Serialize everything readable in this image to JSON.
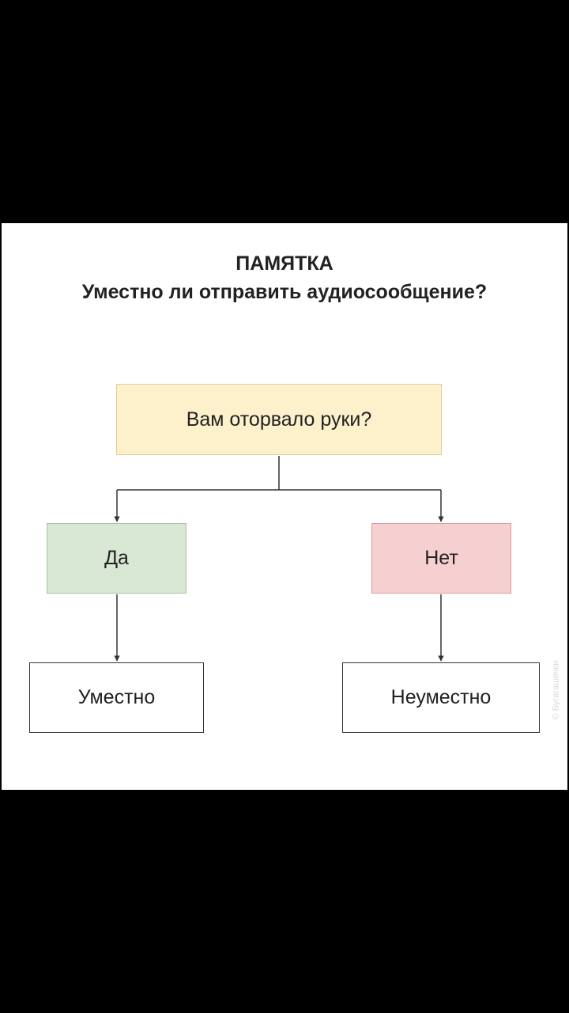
{
  "memo": {
    "title": "ПАМЯТКА",
    "subtitle": "Уместно ли отправить аудиосообщение?"
  },
  "flowchart": {
    "question": "Вам оторвало руки?",
    "yes": "Да",
    "no": "Нет",
    "yes_result": "Уместно",
    "no_result": "Неуместно"
  },
  "colors": {
    "question_fill": "#fdf1cc",
    "yes_fill": "#d9e8d4",
    "no_fill": "#f6cfd1",
    "result_fill": "#ffffff"
  },
  "watermark": {
    "text": "© Бугагашечки"
  }
}
